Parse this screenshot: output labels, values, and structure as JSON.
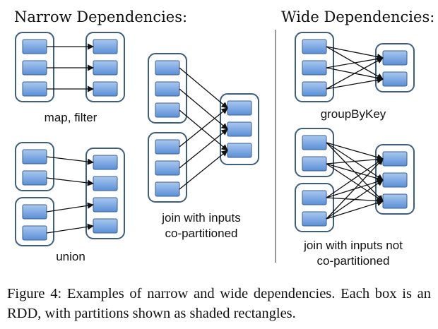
{
  "headings": {
    "narrow": "Narrow Dependencies:",
    "wide": "Wide Dependencies:"
  },
  "labels": {
    "map_filter": "map, filter",
    "union": "union",
    "join_copart_line1": "join with inputs",
    "join_copart_line2": "co-partitioned",
    "group_by_key": "groupByKey",
    "join_not_copart_line1": "join with inputs not",
    "join_not_copart_line2": "co-partitioned"
  },
  "caption": "Figure 4: Examples of narrow and wide dependencies. Each box is an RDD, with partitions shown as shaded rectangles.",
  "colors": {
    "partition_top": "#a9c8ef",
    "partition_bottom": "#5b8fd6",
    "partition_border": "#3a5f92",
    "rdd_border": "#3d5f7f",
    "divider": "#999999"
  }
}
